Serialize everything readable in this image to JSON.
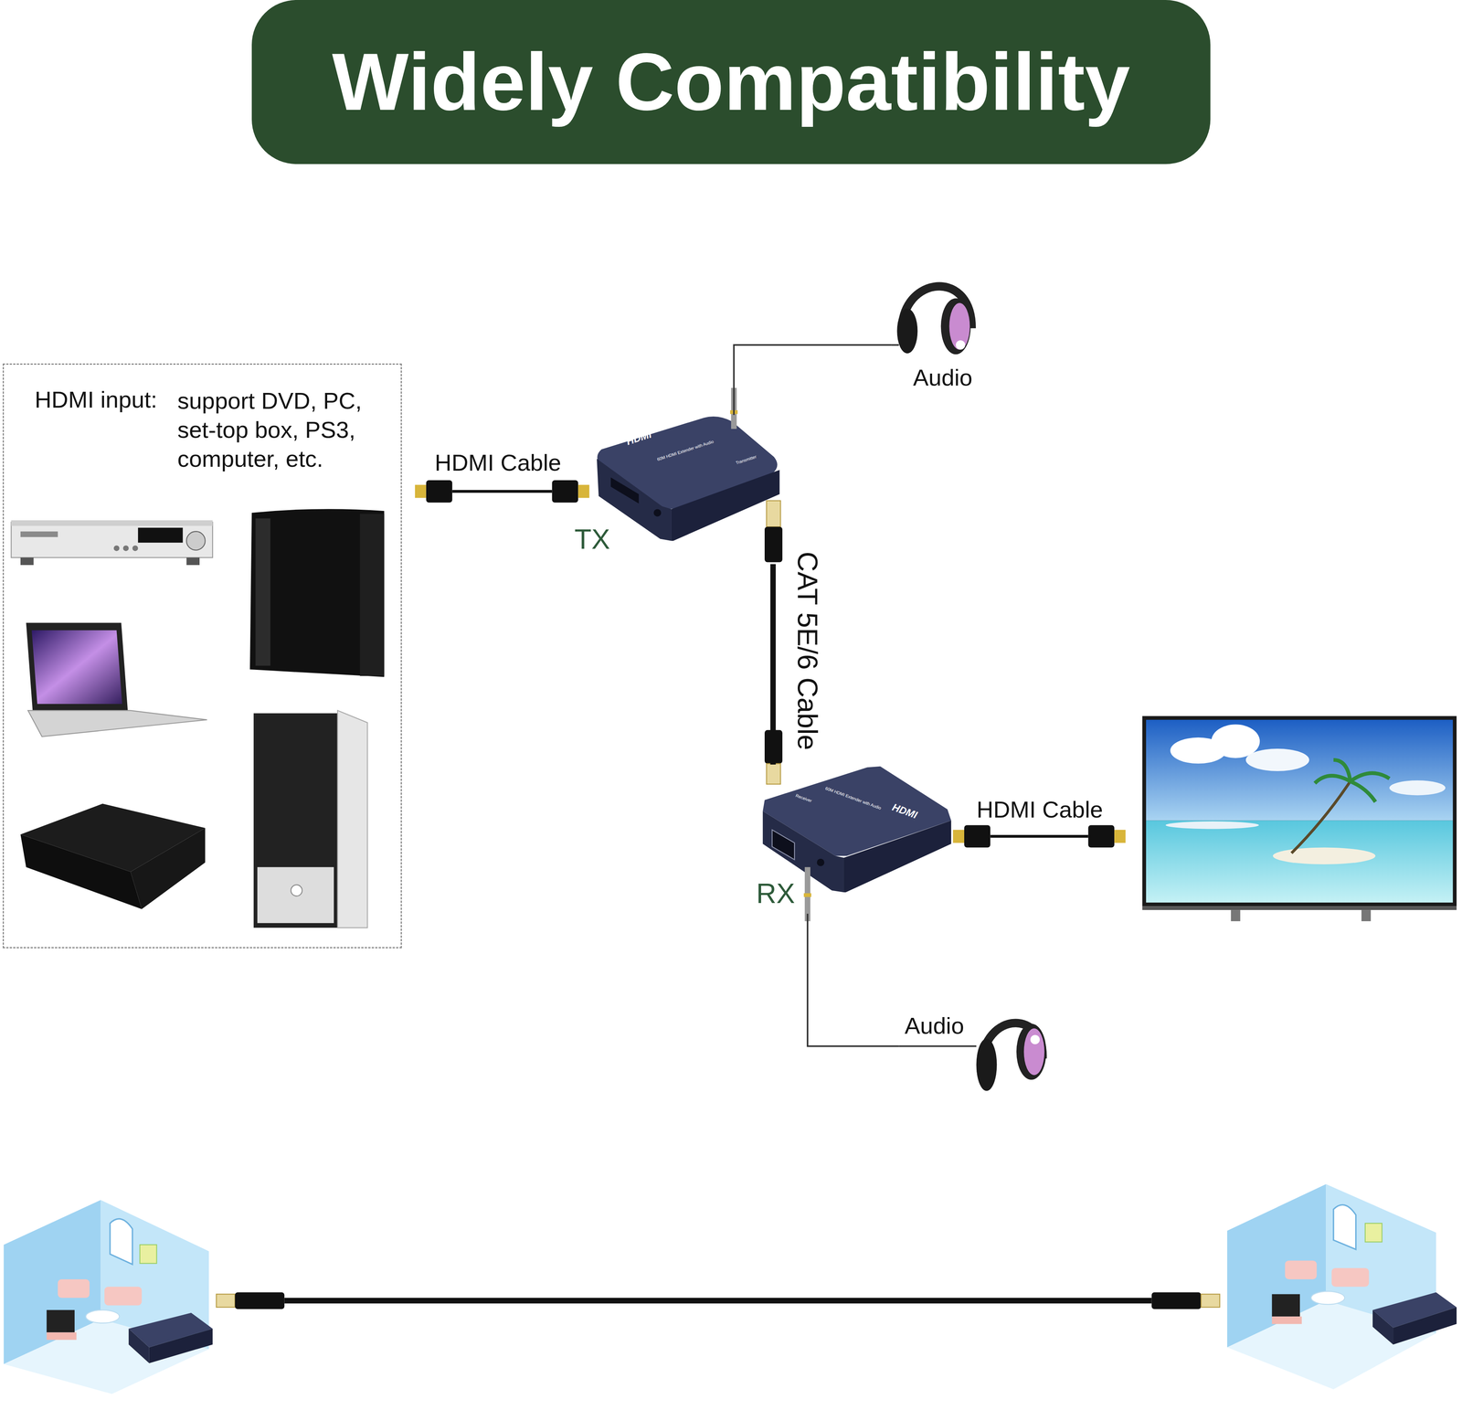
{
  "diagram": {
    "title": "Widely Compatibility",
    "nodes": [
      {
        "text": [
          "HDMI input:",
          "support DVD, PC, set-top box, PS3, computer, etc."
        ]
      },
      {
        "text": [
          "HDMI",
          "60M HDMI Extender with Audio",
          "Transmitter",
          "TX"
        ]
      },
      {
        "text": [
          "Audio"
        ]
      },
      {
        "text": [
          "HDMI",
          "60M HDMI Extender with Audio",
          "Receiver",
          "RX"
        ]
      },
      {
        "text": [
          "Audio"
        ]
      }
    ],
    "edges": [
      {
        "from": 1,
        "to": 2,
        "arrow": "none"
      },
      {
        "from": 1,
        "to": 3,
        "label": "CAT 5E/6 Cable",
        "arrow": "none"
      },
      {
        "from": 3,
        "to": 4,
        "arrow": "none"
      }
    ],
    "labels": [
      "HDMI Cable",
      "HDMI Cable"
    ]
  }
}
